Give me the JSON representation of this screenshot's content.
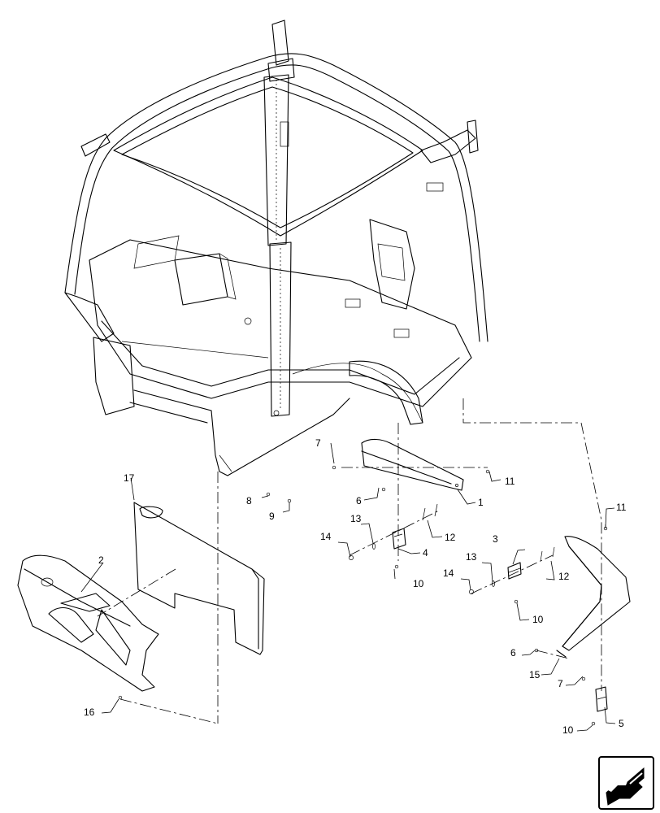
{
  "callouts": {
    "c1": "1",
    "c2": "2",
    "c3": "3",
    "c4": "4",
    "c5": "5",
    "c6a": "6",
    "c6b": "6",
    "c7a": "7",
    "c7b": "7",
    "c8": "8",
    "c9": "9",
    "c10a": "10",
    "c10b": "10",
    "c10c": "10",
    "c11a": "11",
    "c11b": "11",
    "c12a": "12",
    "c12b": "12",
    "c13a": "13",
    "c13b": "13",
    "c14a": "14",
    "c14b": "14",
    "c15": "15",
    "c16": "16",
    "c17": "17"
  },
  "icons": {
    "next_page": "next-page-arrow-icon"
  }
}
